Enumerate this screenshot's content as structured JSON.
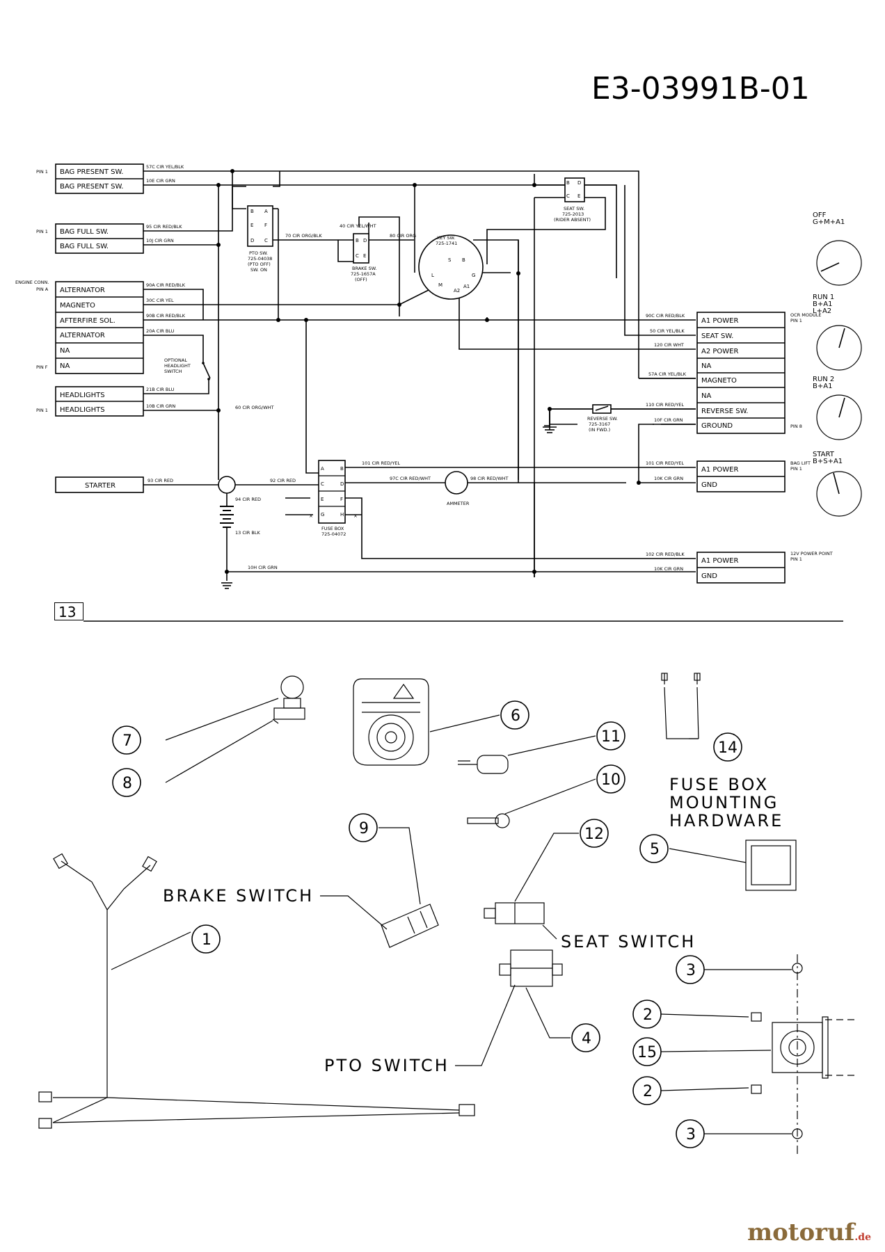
{
  "doc_id": "E3-03991B-01",
  "page_number": "13",
  "watermark": {
    "name": "motoruf",
    "suffix": ".de"
  },
  "colors": {
    "ink": "#000000",
    "watermark": "#8a6a3a",
    "watermark_suffix": "#c0392b"
  },
  "connectors_left": {
    "bag_present": "BAG PRESENT SW.",
    "bag_full": "BAG FULL SW.",
    "alternator": "ALTERNATOR",
    "magneto": "MAGNETO",
    "afterfire": "AFTERFIRE SOL.",
    "na": "NA",
    "headlights": "HEADLIGHTS",
    "starter": "STARTER",
    "pin1": "PIN 1",
    "engine_conn": "ENGINE CONN.",
    "pin_a": "PIN A",
    "pin_f": "PIN F",
    "optional_headlight": [
      "OPTIONAL",
      "HEADLIGHT",
      "SWITCH"
    ]
  },
  "wires": {
    "w57c": "57C CIR YEL/BLK",
    "w10e": "10E CIR GRN",
    "w95": "95 CIR RED/BLK",
    "w10j": "10J CIR GRN",
    "w90a": "90A CIR RED/BLK",
    "w30c": "30C CIR YEL",
    "w90b": "90B CIR RED/BLK",
    "w20a": "20A CIR BLU",
    "w21b": "21B CIR BLU",
    "w10b": "10B CIR GRN",
    "w60": "60 CIR ORG/WHT",
    "w70": "70 CIR ORG/BLK",
    "w40": "40 CIR YEL/WHT",
    "w80": "80 CIR ORG",
    "w93": "93 CIR RED",
    "w92": "92 CIR RED",
    "w94": "94 CIR RED",
    "w13": "13 CIR BLK",
    "w10h": "10H CIR GRN",
    "w101": "101 CIR RED/YEL",
    "w97c": "97C CIR RED/WHT",
    "w98": "98 CIR RED/WHT",
    "w90c": "90C CIR RED/BLK",
    "w50": "50 CIR YEL/BLK",
    "w120": "120 CIR WHT",
    "w57a": "57A CIR YEL/BLK",
    "w110": "110 CIR RED/YEL",
    "w10f": "10F CIR GRN",
    "w101b": "101 CIR RED/YEL",
    "w10k": "10K CIR GRN",
    "w102": "102 CIR RED/BLK",
    "w10k2": "10K CIR GRN"
  },
  "switches": {
    "pto": [
      "PTO SW.",
      "725-04038",
      "(PTO OFF)",
      "SW. ON"
    ],
    "brake": [
      "BRAKE SW.",
      "725-1657A",
      "(OFF)"
    ],
    "seat": [
      "SEAT SW.",
      "725-2013",
      "(RIDER ABSENT)"
    ],
    "key": [
      "KEY SW.",
      "725-1741"
    ],
    "reverse": [
      "REVERSE SW.",
      "725-3167",
      "(IN FWD.)"
    ],
    "fuse_box": [
      "FUSE BOX",
      "725-04072"
    ],
    "ammeter": "AMMETER"
  },
  "modules": {
    "ocr": {
      "title": [
        "OCR MODULE",
        "PIN 1"
      ],
      "pins": [
        "A1 POWER",
        "SEAT SW.",
        "A2 POWER",
        "NA",
        "MAGNETO",
        "NA",
        "REVERSE SW.",
        "GROUND"
      ],
      "end": "PIN 8"
    },
    "bag_lift": {
      "title": [
        "BAG LIFT",
        "PIN 1"
      ],
      "pins": [
        "A1 POWER",
        "GND"
      ]
    },
    "power_point": {
      "title": [
        "12V POWER POINT",
        "PIN 1"
      ],
      "pins": [
        "A1 POWER",
        "GND"
      ]
    }
  },
  "key_states": [
    {
      "name": "OFF",
      "formula": [
        "G+M+A1"
      ]
    },
    {
      "name": "RUN 1",
      "formula": [
        "B+A1",
        "L+A2"
      ]
    },
    {
      "name": "RUN 2",
      "formula": [
        "B+A1"
      ]
    },
    {
      "name": "START",
      "formula": [
        "B+S+A1"
      ]
    }
  ],
  "parts_labels": {
    "brake_switch": "BRAKE SWITCH",
    "seat_switch": "SEAT SWITCH",
    "pto_switch": "PTO SWITCH",
    "fuse_box_mounting": [
      "FUSE BOX",
      "MOUNTING",
      "HARDWARE"
    ]
  },
  "callouts": [
    "1",
    "2",
    "2",
    "3",
    "3",
    "4",
    "5",
    "6",
    "7",
    "8",
    "9",
    "10",
    "11",
    "12",
    "14",
    "15"
  ]
}
